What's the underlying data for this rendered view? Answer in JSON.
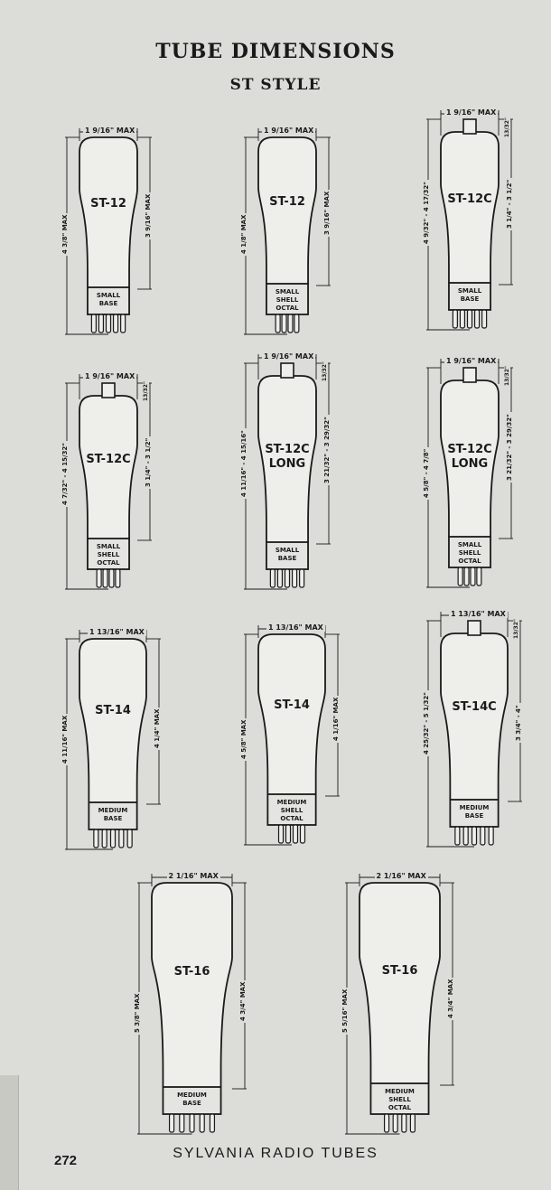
{
  "header": {
    "title": "TUBE DIMENSIONS",
    "subtitle": "ST STYLE"
  },
  "footer": {
    "brand": "SYLVANIA RADIO TUBES",
    "page_number": "272"
  },
  "tubes": [
    {
      "name": "ST-12",
      "base": "SMALL\nBASE",
      "top_dim": "1 9/16\" MAX",
      "left_dim": "4 3/8\" MAX",
      "right_dim": "3 9/16\" MAX",
      "cap": false,
      "pins": 5
    },
    {
      "name": "ST-12",
      "base": "SMALL\nSHELL\nOCTAL",
      "top_dim": "1 9/16\" MAX",
      "left_dim": "4 1/8\" MAX",
      "right_dim": "3 9/16\" MAX",
      "cap": false,
      "pins": 4
    },
    {
      "name": "ST-12C",
      "base": "SMALL\nBASE",
      "top_dim": "1 9/16\" MAX",
      "left_dim": "4 9/32\" - 4 17/32\"",
      "right_dim": "3 1/4\" - 3 1/2\"",
      "cap_dim": "13/32\"",
      "cap": true,
      "pins": 5
    },
    {
      "name": "ST-12C",
      "base": "SMALL\nSHELL\nOCTAL",
      "top_dim": "1 9/16\" MAX",
      "left_dim": "4 7/32\" - 4 15/32\"",
      "right_dim": "3 1/4\" - 3 1/2\"",
      "cap_dim": "13/32\"",
      "cap": true,
      "pins": 4
    },
    {
      "name": "ST-12C\nLONG",
      "base": "SMALL\nBASE",
      "top_dim": "1 9/16\" MAX",
      "left_dim": "4 11/16\" - 4 15/16\"",
      "right_dim": "3 21/32\" - 3 29/32\"",
      "cap_dim": "13/32\"",
      "cap": true,
      "pins": 5
    },
    {
      "name": "ST-12C\nLONG",
      "base": "SMALL\nSHELL\nOCTAL",
      "top_dim": "1 9/16\" MAX",
      "left_dim": "4 5/8\" - 4 7/8\"",
      "right_dim": "3 21/32\" - 3 29/32\"",
      "cap_dim": "13/32\"",
      "cap": true,
      "pins": 4
    },
    {
      "name": "ST-14",
      "base": "MEDIUM\nBASE",
      "top_dim": "1 13/16\" MAX",
      "left_dim": "4 11/16\" MAX",
      "right_dim": "4 1/4\" MAX",
      "cap": false,
      "pins": 5
    },
    {
      "name": "ST-14",
      "base": "MEDIUM\nSHELL\nOCTAL",
      "top_dim": "1 13/16\" MAX",
      "left_dim": "4 5/8\" MAX",
      "right_dim": "4 1/16\" MAX",
      "cap": false,
      "pins": 4
    },
    {
      "name": "ST-14C",
      "base": "MEDIUM\nBASE",
      "top_dim": "1 13/16\" MAX",
      "left_dim": "4 25/32\" - 5 1/32\"",
      "right_dim": "3 3/4\" - 4\"",
      "cap_dim": "13/32\"",
      "cap": true,
      "pins": 5
    },
    {
      "name": "ST-16",
      "base": "MEDIUM\nBASE",
      "top_dim": "2 1/16\" MAX",
      "left_dim": "5 3/8\" MAX",
      "right_dim": "4 3/4\" MAX",
      "cap": false,
      "pins": 5
    },
    {
      "name": "ST-16",
      "base": "MEDIUM\nSHELL\nOCTAL",
      "top_dim": "2 1/16\" MAX",
      "left_dim": "5 5/16\" MAX",
      "right_dim": "4 3/4\" MAX",
      "cap": false,
      "pins": 4
    }
  ]
}
